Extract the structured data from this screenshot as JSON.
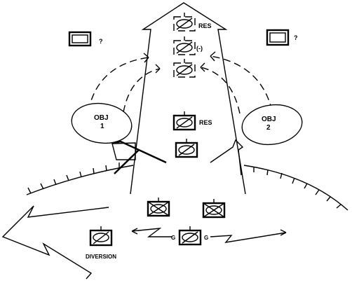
{
  "labels": {
    "res_top": "RES",
    "minus": "(-)",
    "res_mid": "RES",
    "obj1_line1": "OBJ",
    "obj1_line2": "1",
    "obj2_line1": "OBJ",
    "obj2_line2": "2",
    "q_left": "?",
    "q_right": "?",
    "g_left": "G",
    "g_right": "G",
    "diversion": "DIVERSION"
  },
  "colors": {
    "ink": "#000000",
    "paper": "#ffffff"
  },
  "icons": [
    "reserve-unit-symbol",
    "armor-unit-symbol",
    "mechanized-unit-symbol",
    "unknown-unit-box",
    "objective-ellipse",
    "main-attack-arrow",
    "supporting-attack-arrow",
    "diversion-arrow",
    "obstacle-line"
  ]
}
